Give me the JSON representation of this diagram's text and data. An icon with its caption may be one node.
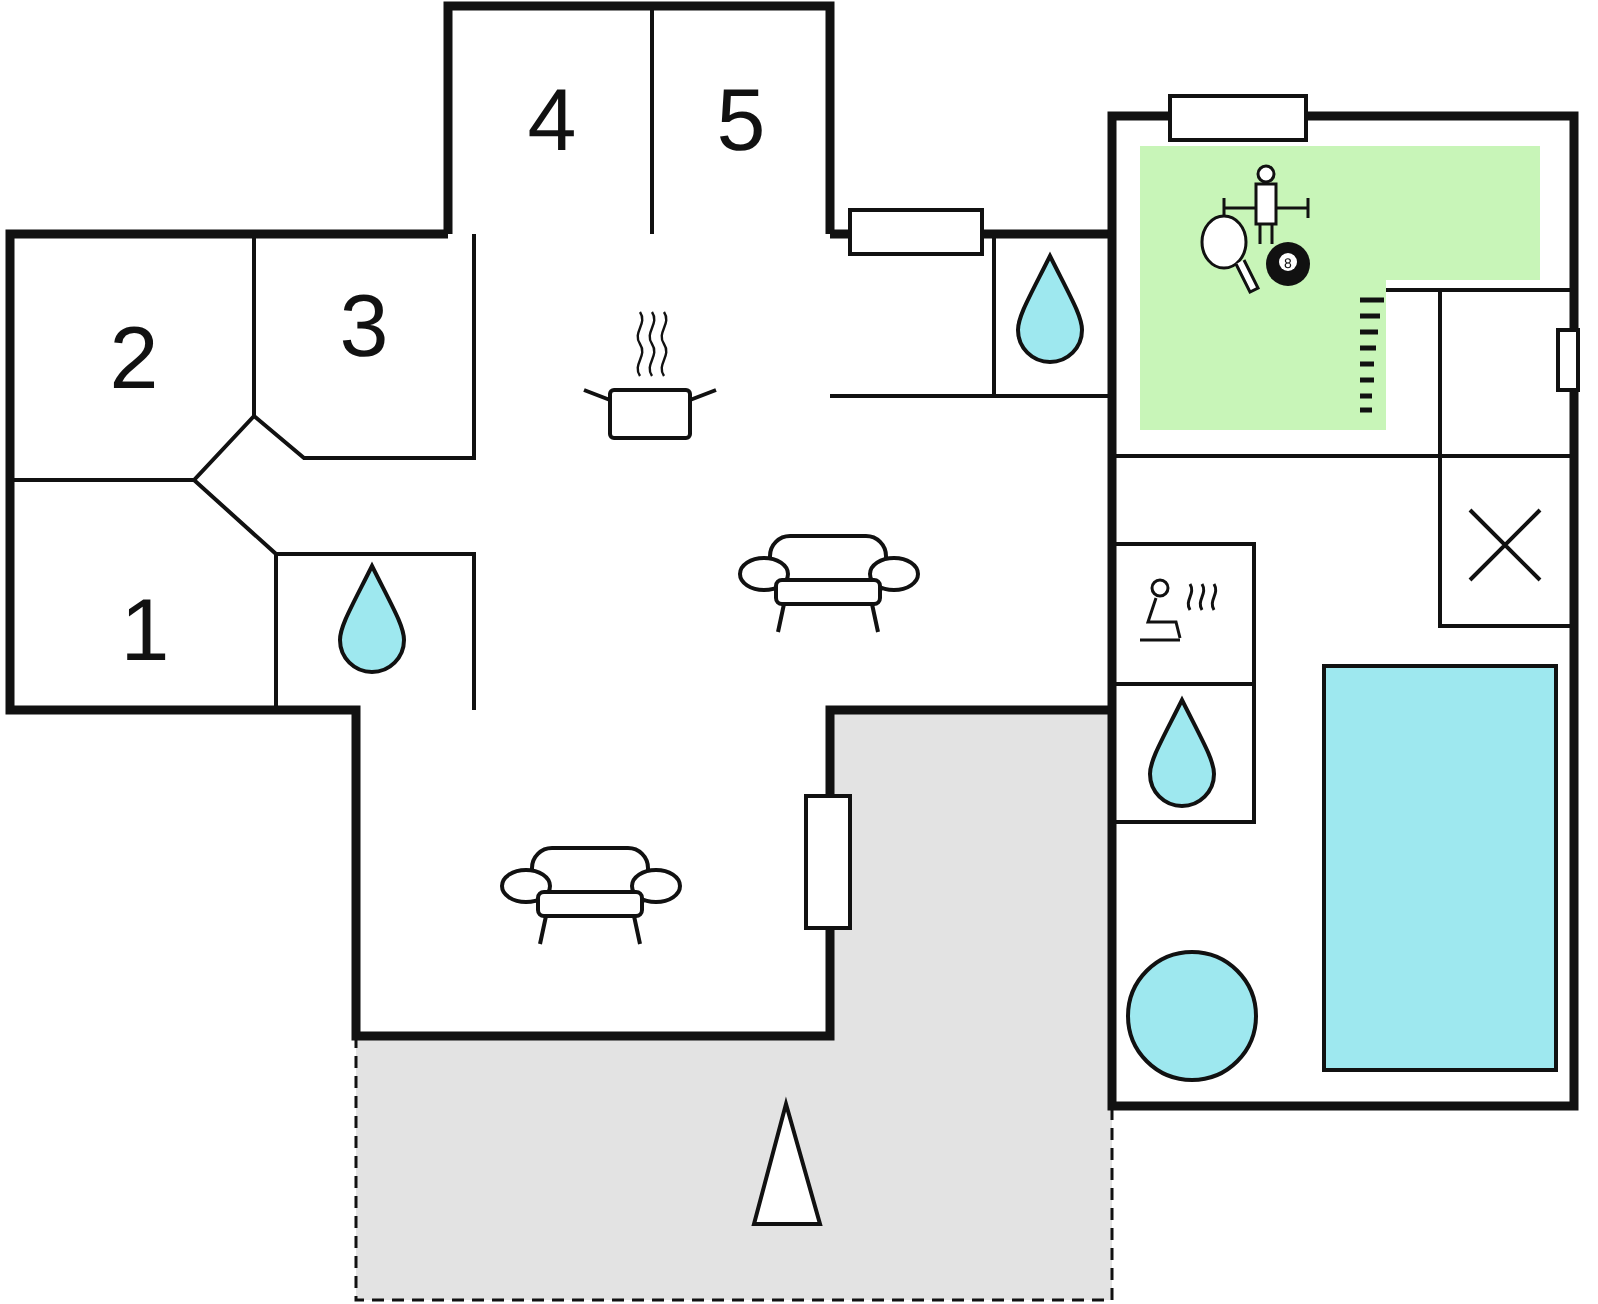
{
  "diagram": {
    "nodes": [
      {
        "text": [
          "4"
        ]
      },
      {
        "text": [
          "5"
        ]
      },
      {
        "text": [
          "2"
        ]
      },
      {
        "text": [
          "3"
        ]
      },
      {
        "text": [
          "1"
        ]
      }
    ],
    "labels": [
      "8"
    ]
  }
}
